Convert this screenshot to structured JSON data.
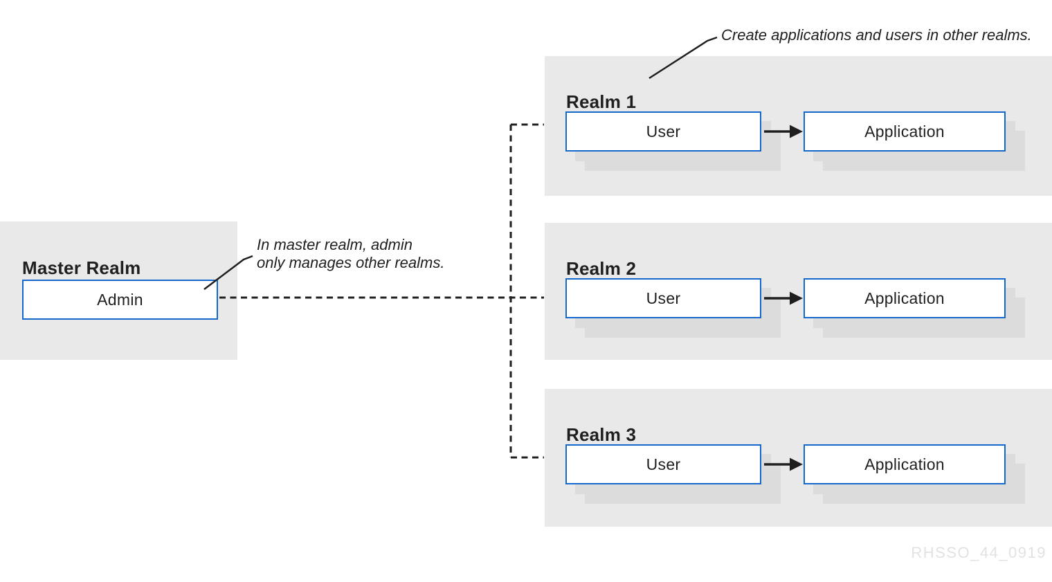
{
  "colors": {
    "background": "#ffffff",
    "panel": "#e9e9e9",
    "shadow": "#dcdcdc",
    "accent_blue": "#1467cc",
    "ink": "#1f1f1f",
    "watermark": "#e2e2e2"
  },
  "master": {
    "title": "Master Realm",
    "admin_label": "Admin",
    "annotation": {
      "line1": "In master realm, admin",
      "line2": "only manages other realms."
    }
  },
  "realms": [
    {
      "title": "Realm 1",
      "user_label": "User",
      "application_label": "Application"
    },
    {
      "title": "Realm 2",
      "user_label": "User",
      "application_label": "Application"
    },
    {
      "title": "Realm 3",
      "user_label": "User",
      "application_label": "Application"
    }
  ],
  "annotations": {
    "create": "Create applications and users in other realms."
  },
  "watermark": "RHSSO_44_0919"
}
